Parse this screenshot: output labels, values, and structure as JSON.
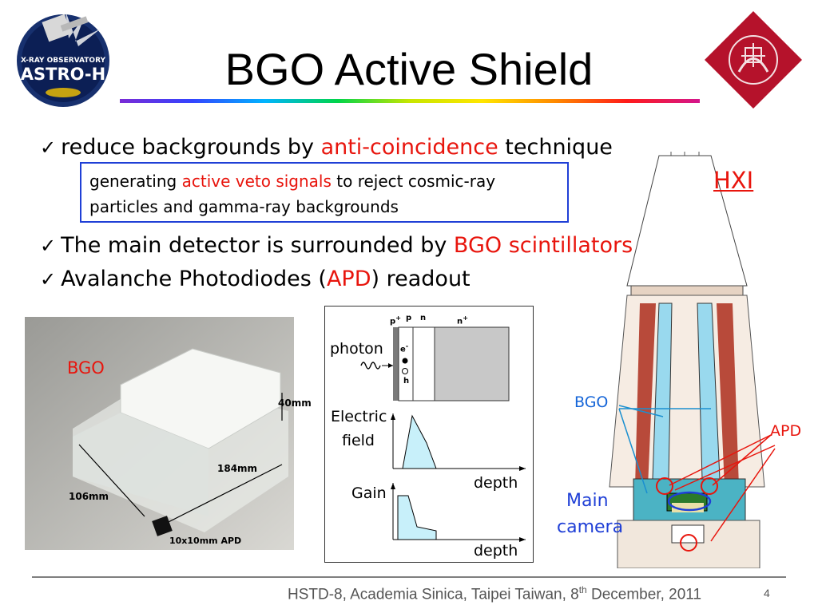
{
  "logo": {
    "text_top": "X-RAY OBSERVATORY",
    "text_main": "ASTRO-H"
  },
  "title": "BGO Active Shield",
  "bullets": [
    {
      "pre": "reduce backgrounds by ",
      "red": "anti-coincidence",
      "post": " technique"
    },
    {
      "pre": "The main detector is surrounded by ",
      "red": "BGO scintillators",
      "post": ""
    },
    {
      "pre": "Avalanche Photodiodes (",
      "red": "APD",
      "post": ")  readout"
    }
  ],
  "note": {
    "pre": "generating ",
    "red": "active veto signals",
    "post": " to reject cosmic-ray",
    "line2": "particles and gamma-ray backgrounds"
  },
  "photo": {
    "label": "BGO",
    "dim_height": "40mm",
    "dim_length": "184mm",
    "dim_width": "106mm",
    "apd": "10x10mm APD"
  },
  "diagram": {
    "layers": {
      "p_plus": "p",
      "p_plus_sup": "+",
      "p": "p",
      "n": "n",
      "n_plus": "n",
      "n_plus_sup": "+"
    },
    "carriers": {
      "e": "e",
      "e_sup": "-",
      "h": "h"
    },
    "photon": "photon",
    "field_line1": "Electric",
    "field_line2": "field",
    "depth1": "depth",
    "gain": "Gain",
    "depth2": "depth"
  },
  "hxi": {
    "title": "HXI",
    "bgo": "BGO",
    "apd": "APD",
    "main1": "Main",
    "main2": "camera"
  },
  "footer": {
    "pre": "HSTD-8, Academia Sinica, Taipei Taiwan, 8",
    "sup": "th",
    "post": " December, 2011"
  },
  "page_number": "4",
  "colors": {
    "accent_red": "#e8150d",
    "accent_blue": "#1565d8",
    "box_border": "#1f3fd6",
    "crest": "#b5122b"
  }
}
